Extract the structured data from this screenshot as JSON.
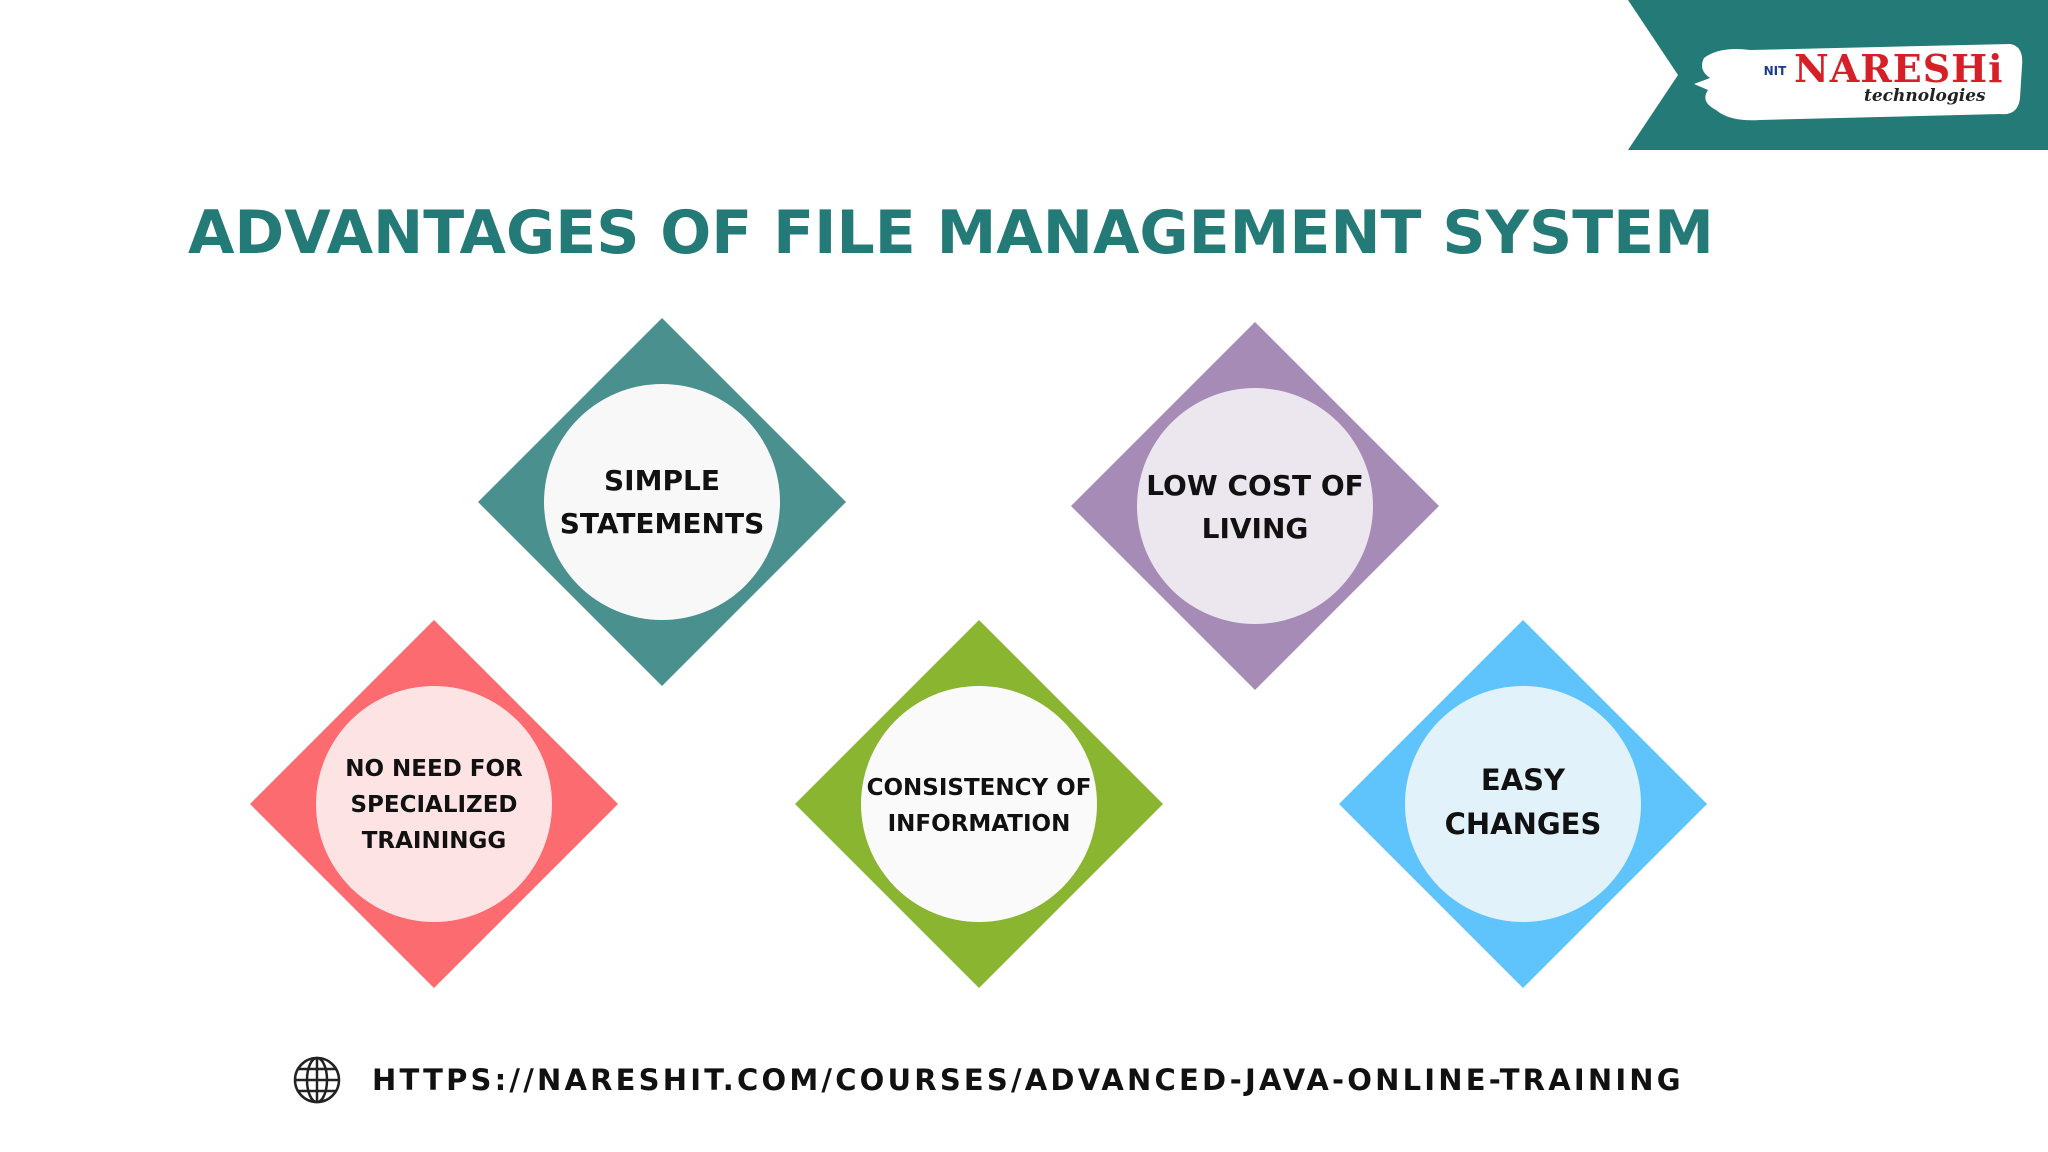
{
  "brand": {
    "logo_text": "NARESHi",
    "logo_subtext": "technologies",
    "logo_mark": "NIT"
  },
  "title": "ADVANTAGES OF FILE MANAGEMENT SYSTEM",
  "items": [
    {
      "label": "SIMPLE\nSTATEMENTS",
      "color": "#4a908f",
      "inner": "#f8f8f8"
    },
    {
      "label": "LOW COST OF\nLIVING",
      "color": "#a58bb5",
      "inner": "#ece6ee"
    },
    {
      "label": "NO NEED FOR\nSPECIALIZED\nTRAININGG",
      "color": "#fb6b6f",
      "inner": "#fde3e3"
    },
    {
      "label": "CONSISTENCY OF\nINFORMATION",
      "color": "#89b531",
      "inner": "#fafafa"
    },
    {
      "label": "EASY\nCHANGES",
      "color": "#5fc4fb",
      "inner": "#e2f2fb"
    }
  ],
  "footer": {
    "url": "HTTPS://NARESHIT.COM/COURSES/ADVANCED-JAVA-ONLINE-TRAINING",
    "icon": "globe-icon"
  },
  "colors": {
    "accent": "#247a76",
    "banner": "#247a76"
  }
}
